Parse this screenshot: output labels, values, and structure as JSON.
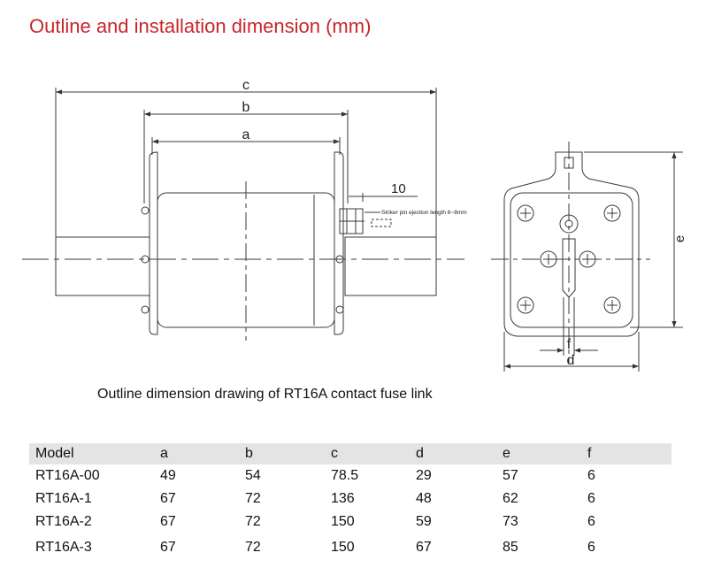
{
  "title": "Outline and installation dimension (mm)",
  "drawing": {
    "dim_labels": {
      "a": "a",
      "b": "b",
      "c": "c",
      "d": "d",
      "e": "e",
      "f": "f",
      "ten": "10"
    },
    "striker_note": "Striker pin ejection length 6~8mm"
  },
  "caption": "Outline dimension drawing of RT16A contact fuse link",
  "table": {
    "headers": [
      "Model",
      "a",
      "b",
      "c",
      "d",
      "e",
      "f"
    ],
    "rows": [
      [
        "RT16A-00",
        "49",
        "54",
        "78.5",
        "29",
        "57",
        "6"
      ],
      [
        "RT16A-1",
        "67",
        "72",
        "136",
        "48",
        "62",
        "6"
      ],
      [
        "RT16A-2",
        "67",
        "72",
        "150",
        "59",
        "73",
        "6"
      ],
      [
        "RT16A-3",
        "67",
        "72",
        "150",
        "67",
        "85",
        "6"
      ]
    ]
  },
  "colors": {
    "title": "#c8262b",
    "header_bg": "#e4e4e4",
    "line": "#3a3a3a"
  }
}
